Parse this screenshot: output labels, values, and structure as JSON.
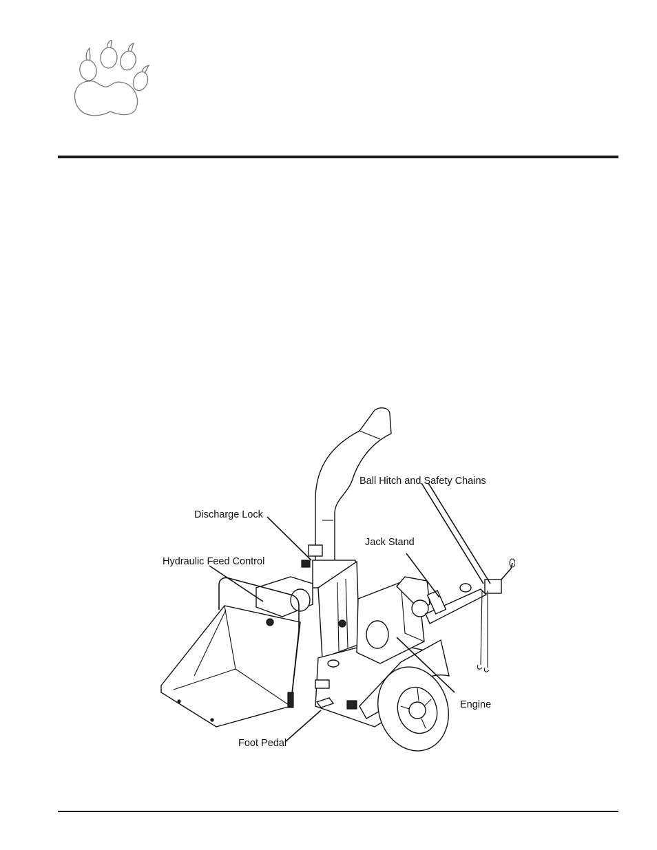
{
  "figure": {
    "labels": {
      "ball_hitch": "Ball Hitch and Safety Chains",
      "discharge_lock": "Discharge Lock",
      "jack_stand": "Jack Stand",
      "hydraulic_feed": "Hydraulic Feed Control",
      "engine": "Engine",
      "foot_pedal": "Foot Pedal"
    }
  }
}
